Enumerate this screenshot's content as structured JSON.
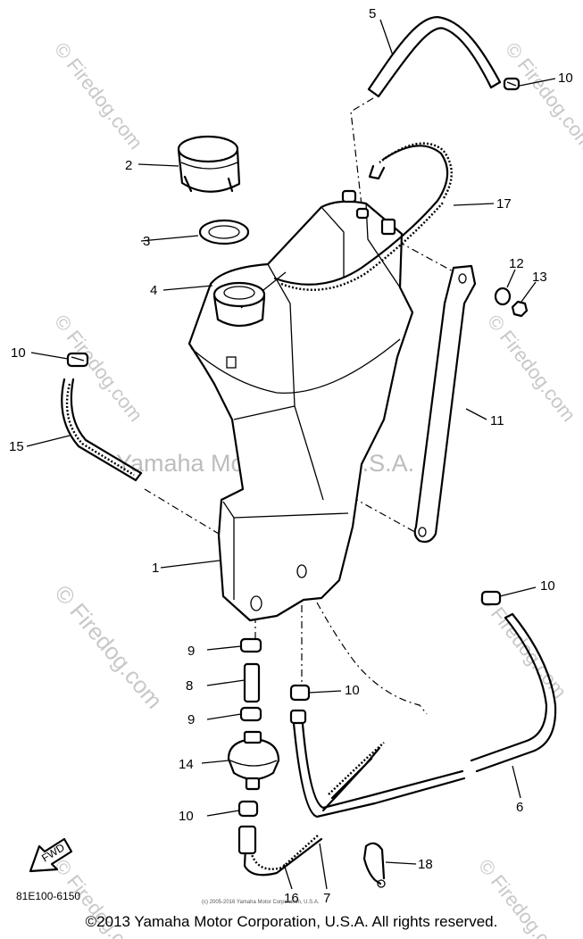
{
  "diagram": {
    "callouts": {
      "c1": "1",
      "c2": "2",
      "c3": "3",
      "c4": "4",
      "c5": "5",
      "c6": "6",
      "c7": "7",
      "c8": "8",
      "c9a": "9",
      "c9b": "9",
      "c10a": "10",
      "c10b": "10",
      "c10c": "10",
      "c10d": "10",
      "c10e": "10",
      "c11": "11",
      "c12": "12",
      "c13": "13",
      "c14": "14",
      "c15": "15",
      "c16": "16",
      "c17": "17",
      "c18": "18"
    },
    "diagram_code": "81E100-6150",
    "fwd_label": "FWD",
    "fine_print": "(c) 2005-2016 Yamaha Motor Corporation, U.S.A.",
    "watermark_center": "Yamaha Motor Corp. U.S.A.",
    "watermark_site": "© Firedog.com"
  },
  "footer": {
    "copyright": "©2013 Yamaha Motor Corporation, U.S.A. All rights reserved."
  },
  "colors": {
    "line": "#000000",
    "watermark": "#c8c8c8",
    "background": "#ffffff"
  }
}
